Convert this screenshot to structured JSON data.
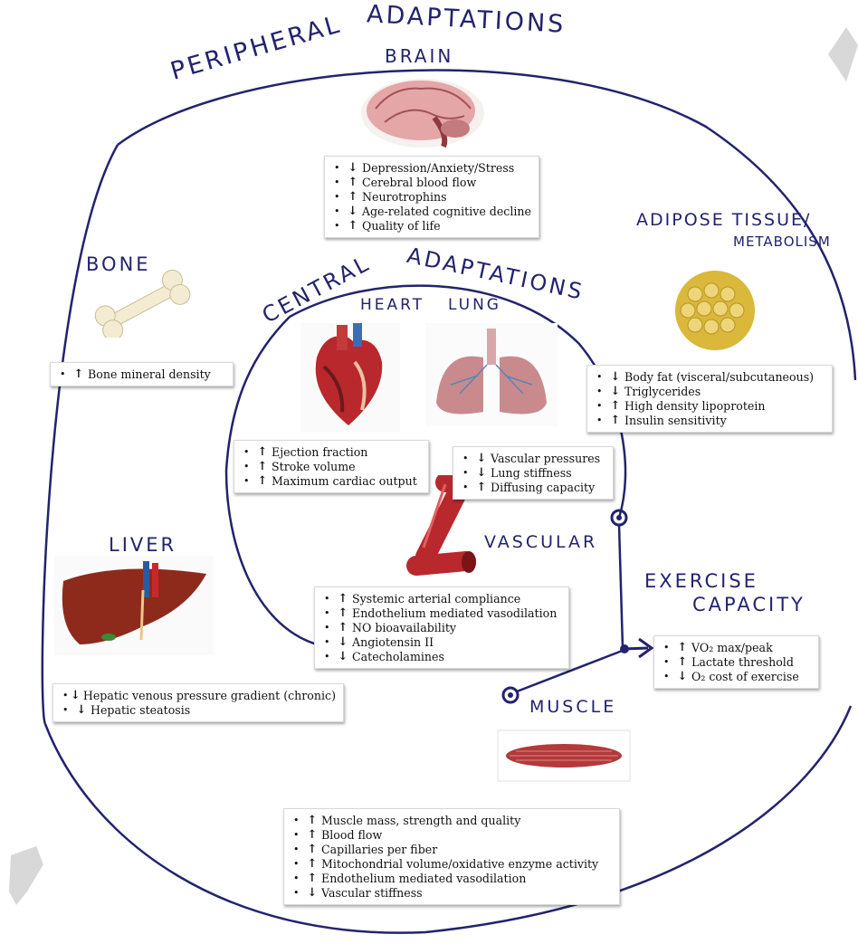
{
  "titles": {
    "peripheral": "PERIPHERAL ADAPTATIONS",
    "central": "CENTRAL ADAPTATIONS",
    "brain": "BRAIN",
    "bone": "BONE",
    "adipose_line1": "ADIPOSE TISSUE/",
    "adipose_line2": "METABOLISM",
    "heart": "HEART",
    "lung": "LUNG",
    "vascular": "VASCULAR",
    "liver": "LIVER",
    "exercise_line1": "EXERCISE",
    "exercise_line2": "CAPACITY",
    "muscle": "MUSCLE"
  },
  "lists": {
    "brain": [
      {
        "arrow": "down",
        "text": "Depression/Anxiety/Stress"
      },
      {
        "arrow": "up",
        "text": "Cerebral blood flow"
      },
      {
        "arrow": "up",
        "text": "Neurotrophins"
      },
      {
        "arrow": "down",
        "text": "Age-related cognitive decline"
      },
      {
        "arrow": "up",
        "text": "Quality of life"
      }
    ],
    "bone": [
      {
        "arrow": "up",
        "text": "Bone mineral density"
      }
    ],
    "adipose": [
      {
        "arrow": "down",
        "text": "Body fat (visceral/subcutaneous)"
      },
      {
        "arrow": "down",
        "text": "Triglycerides"
      },
      {
        "arrow": "up",
        "text": "High density lipoprotein"
      },
      {
        "arrow": "up",
        "text": "Insulin sensitivity"
      }
    ],
    "heart": [
      {
        "arrow": "up",
        "text": "Ejection fraction"
      },
      {
        "arrow": "up",
        "text": "Stroke volume"
      },
      {
        "arrow": "up",
        "text": "Maximum cardiac output"
      }
    ],
    "lung": [
      {
        "arrow": "down",
        "text": "Vascular pressures"
      },
      {
        "arrow": "down",
        "text": "Lung stiffness"
      },
      {
        "arrow": "up",
        "text": "Diffusing capacity"
      }
    ],
    "vascular": [
      {
        "arrow": "up",
        "text": "Systemic arterial compliance"
      },
      {
        "arrow": "up",
        "text": "Endothelium mediated vasodilation"
      },
      {
        "arrow": "up",
        "text": "NO bioavailability"
      },
      {
        "arrow": "down",
        "text": "Angiotensin II"
      },
      {
        "arrow": "down",
        "text": "Catecholamines"
      }
    ],
    "liver": [
      {
        "arrow": "down",
        "text": "Hepatic venous pressure gradient (chronic)"
      },
      {
        "arrow": "down",
        "text": "Hepatic steatosis"
      }
    ],
    "exercise": [
      {
        "arrow": "up",
        "text": "VO₂ max/peak"
      },
      {
        "arrow": "up",
        "text": "Lactate threshold"
      },
      {
        "arrow": "down",
        "text": "O₂ cost of exercise"
      }
    ],
    "muscle": [
      {
        "arrow": "up",
        "text": "Muscle mass, strength and quality"
      },
      {
        "arrow": "up",
        "text": "Blood flow"
      },
      {
        "arrow": "up",
        "text": "Capillaries per fiber"
      },
      {
        "arrow": "up",
        "text": "Mitochondrial volume/oxidative enzyme activity"
      },
      {
        "arrow": "up",
        "text": "Endothelium mediated vasodilation"
      },
      {
        "arrow": "down",
        "text": "Vascular stiffness"
      }
    ]
  },
  "colors": {
    "ink": "#23236e",
    "heart_red": "#b8282c",
    "liver": "#8e2a1c",
    "lung": "#c98a8e",
    "muscle": "#b23a3a",
    "adipose": "#d9b83a"
  },
  "icons": {
    "brain": "brain-illustration",
    "bone": "bone-illustration",
    "adipose": "adipose-tissue-illustration",
    "heart": "heart-illustration",
    "lung": "lungs-illustration",
    "vascular": "blood-vessel-illustration",
    "liver": "liver-illustration",
    "muscle": "muscle-fiber-illustration"
  }
}
